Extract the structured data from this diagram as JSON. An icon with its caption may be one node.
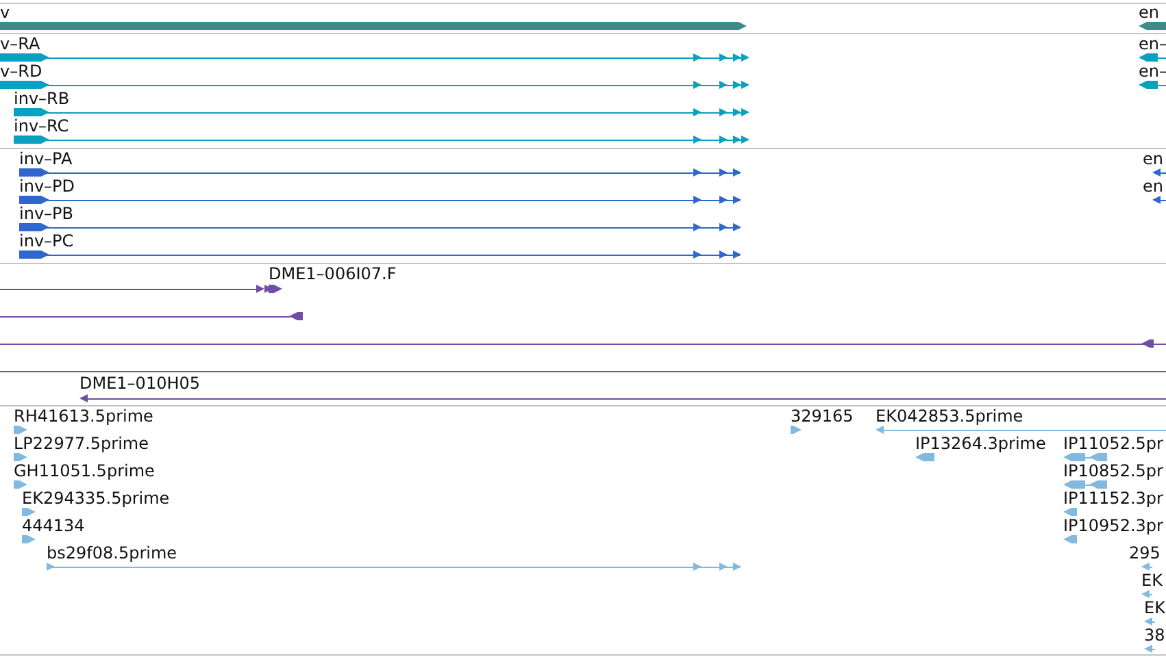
{
  "diagram": {
    "labels": [
      "v",
      "en",
      "v–RA",
      "en–",
      "v–RD",
      "en–",
      "inv–RB",
      "inv–RC",
      "inv–PA",
      "en",
      "inv–PD",
      "en",
      "inv–PB",
      "inv–PC",
      "DME1–006I07.F",
      "DME1–010H05",
      "RH41613.5prime",
      "329165",
      "EK042853.5prime",
      "LP22977.5prime",
      "IP13264.3prime",
      "IP11052.5pr",
      "GH11051.5prime",
      "IP10852.5pr",
      "EK294335.5prime",
      "IP11152.3pr",
      "444134",
      "IP10952.3pr",
      "bs29f08.5prime",
      "295",
      "EK",
      "EK",
      "38"
    ]
  }
}
